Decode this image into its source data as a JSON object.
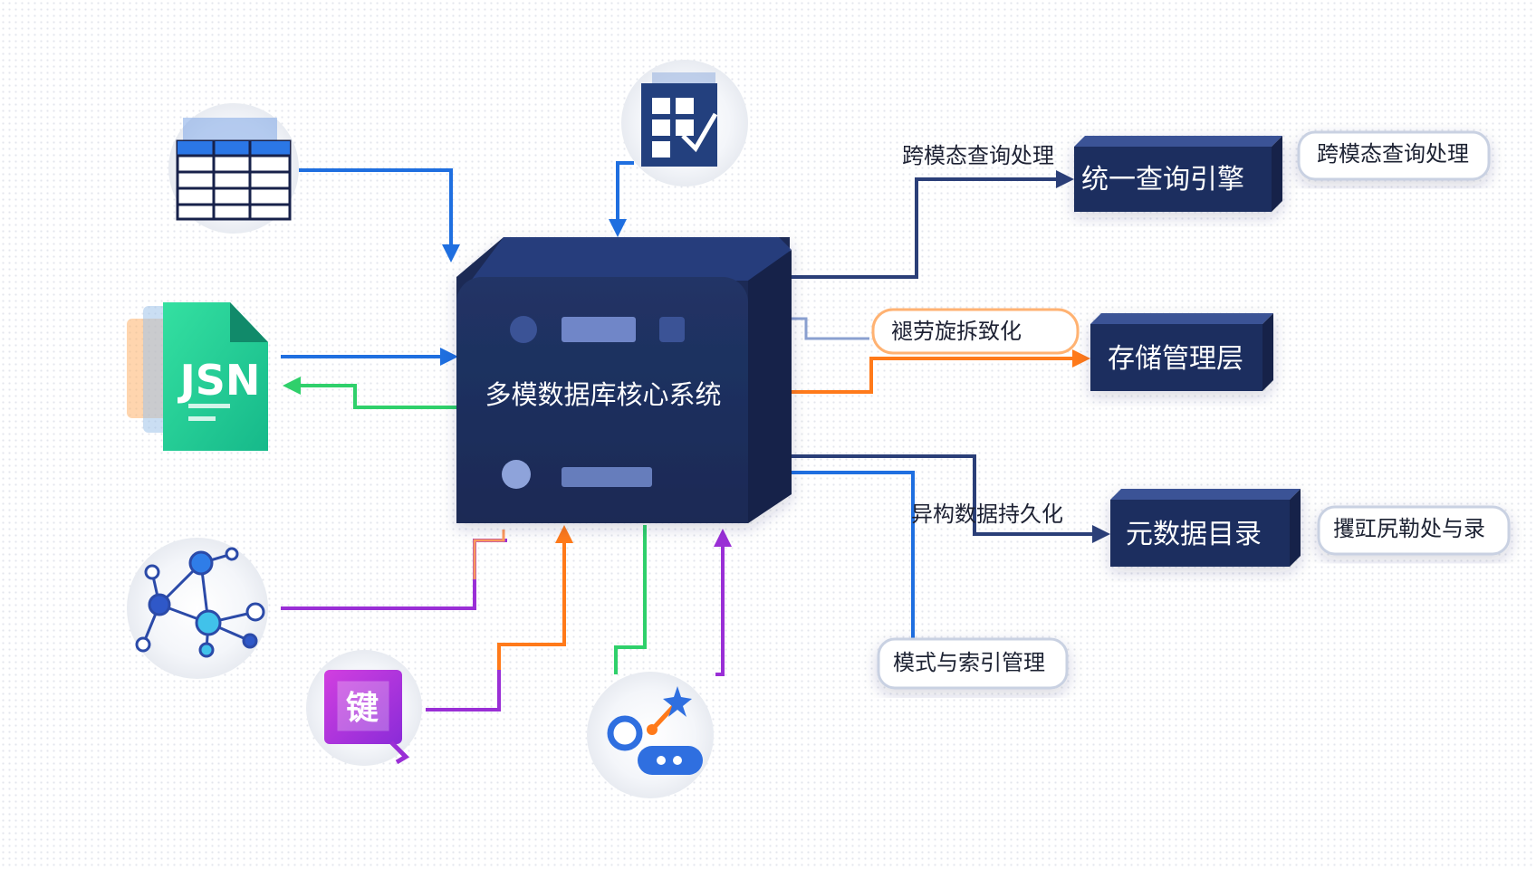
{
  "core": {
    "label": "多模数据库核心系统"
  },
  "engines": {
    "query": {
      "label": "统一查询引擎"
    },
    "storage": {
      "label": "存储管理层"
    },
    "catalog": {
      "label": "元数据目录"
    }
  },
  "edge_labels": {
    "query": "跨模态查询处理",
    "storage": "褪劳旋拆致化",
    "persist": "异构数据持久化"
  },
  "notes": {
    "query": "跨模态查询处理",
    "catalog": "攫豇尻勒处与录",
    "schema": "模式与索引管理"
  },
  "sources": {
    "json": {
      "label": "JSN"
    },
    "kv": {
      "label": "键"
    }
  },
  "icons": {
    "table": "table-icon",
    "document": "document-icon",
    "json": "json-file-icon",
    "graph": "graph-network-icon",
    "kv": "key-value-icon",
    "geo": "spatial-icon"
  },
  "colors": {
    "navy": "#1e2f5e",
    "blue": "#1f6fe0",
    "green": "#2fd06b",
    "orange": "#ff7a1a",
    "purple": "#9a2fd6"
  }
}
